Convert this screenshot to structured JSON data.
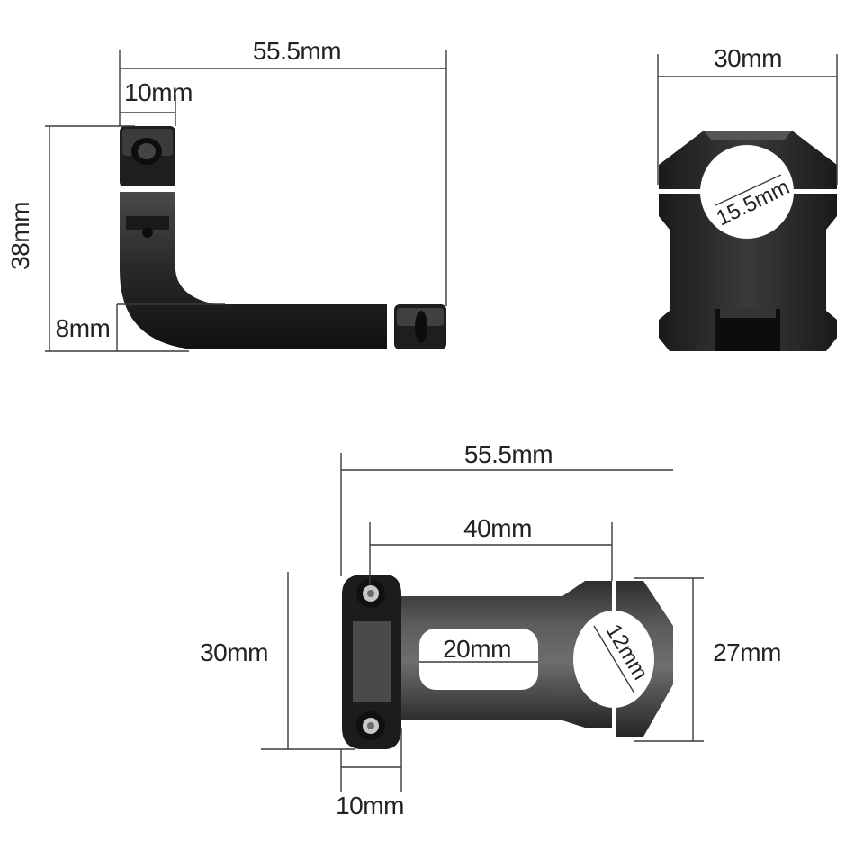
{
  "side_view": {
    "overall_width": "55.5mm",
    "clamp_width": "10mm",
    "height": "38mm",
    "arm_thickness": "8mm"
  },
  "end_view": {
    "width": "30mm",
    "bore_diameter": "15.5mm"
  },
  "top_view": {
    "overall_length": "55.5mm",
    "center_distance": "40mm",
    "slot_length": "20mm",
    "bore_diameter": "12mm",
    "clamp_height": "30mm",
    "end_height": "27mm",
    "clamp_width": "10mm"
  }
}
